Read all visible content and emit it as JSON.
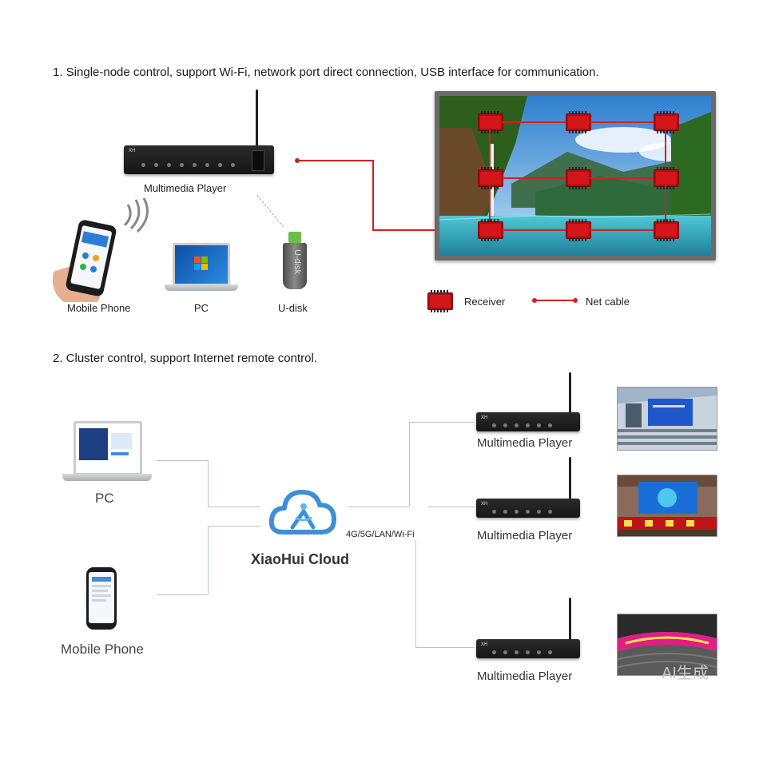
{
  "section1": {
    "heading": "1. Single-node control, support Wi-Fi, network port direct connection, USB interface for communication.",
    "player_label": "Multimedia Player",
    "mobile_label": "Mobile Phone",
    "pc_label": "PC",
    "udisk_label": "U-disk",
    "udisk_text": "U-disk",
    "legend": {
      "receiver": "Receiver",
      "net_cable": "Net cable"
    },
    "colors": {
      "net_cable": "#d42020",
      "receiver": "#d4161a"
    }
  },
  "section2": {
    "heading": "2. Cluster control, support Internet remote control.",
    "pc_label": "PC",
    "mobile_label": "Mobile Phone",
    "cloud_label": "XiaoHui Cloud",
    "link_label": "4G/5G/LAN/Wi-Fi",
    "players": [
      {
        "label": "Multimedia Player"
      },
      {
        "label": "Multimedia Player"
      },
      {
        "label": "Multimedia Player"
      }
    ],
    "colors": {
      "cloud": "#3d8fd6",
      "lines": "#b9c4cf"
    }
  },
  "watermark": "AI生成"
}
